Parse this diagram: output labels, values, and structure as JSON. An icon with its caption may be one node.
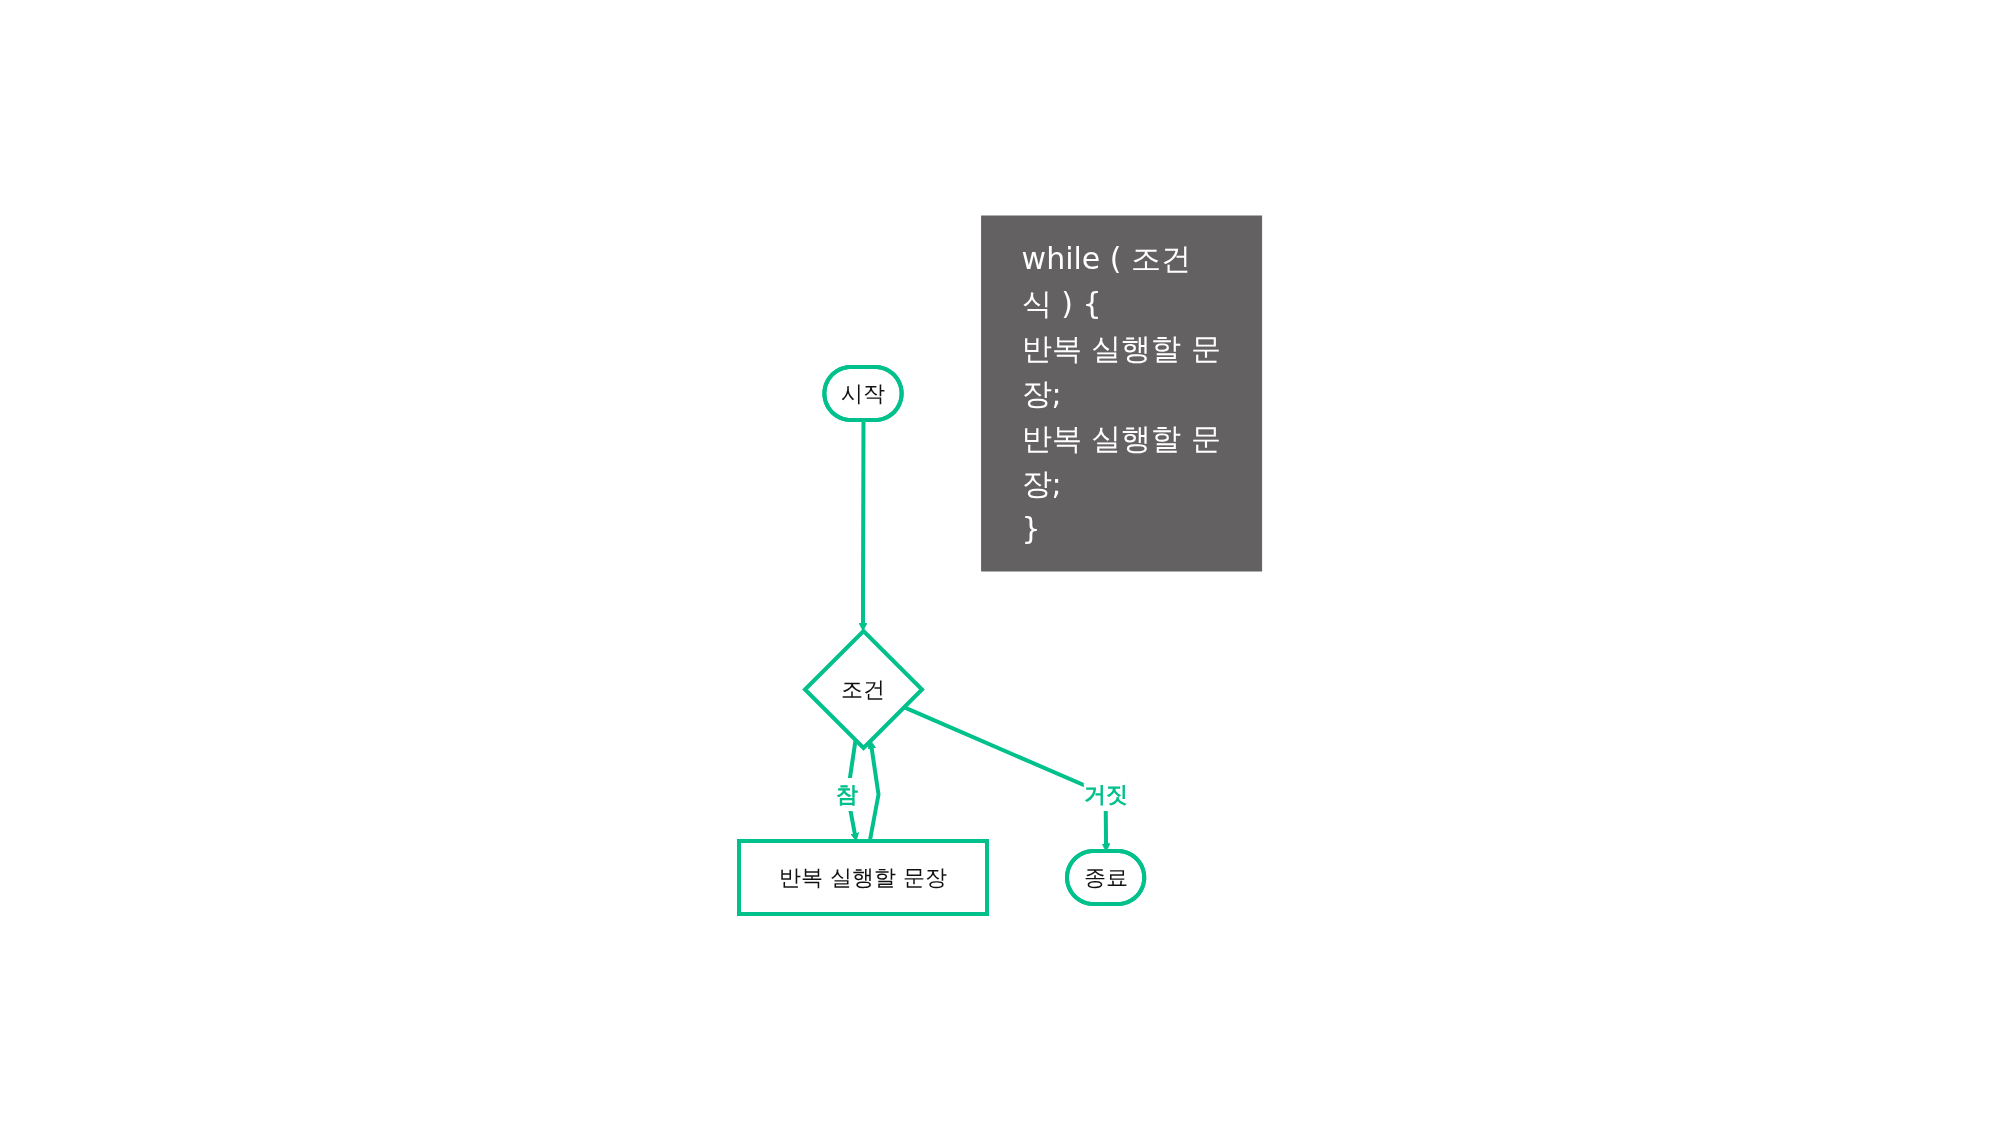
{
  "diagram": {
    "nodes": [
      {
        "text": [
          "시작"
        ]
      },
      {
        "text": [
          "조건"
        ]
      },
      {
        "text": [
          "반복 실행할 문장"
        ]
      },
      {
        "text": [
          "종료"
        ]
      },
      {
        "text": [
          "while ( 조건식 ) {",
          "반복 실행할 문장;",
          "반복 실행할 문장;",
          "}"
        ]
      }
    ],
    "edges": [
      {
        "from": 0,
        "to": 1,
        "arrow": "to"
      },
      {
        "from": 1,
        "to": 2,
        "arrow": "to",
        "label": "참"
      },
      {
        "from": 1,
        "to": 3,
        "arrow": "to",
        "label": "거짓"
      },
      {
        "from": 2,
        "to": 1,
        "arrow": "to"
      }
    ]
  }
}
